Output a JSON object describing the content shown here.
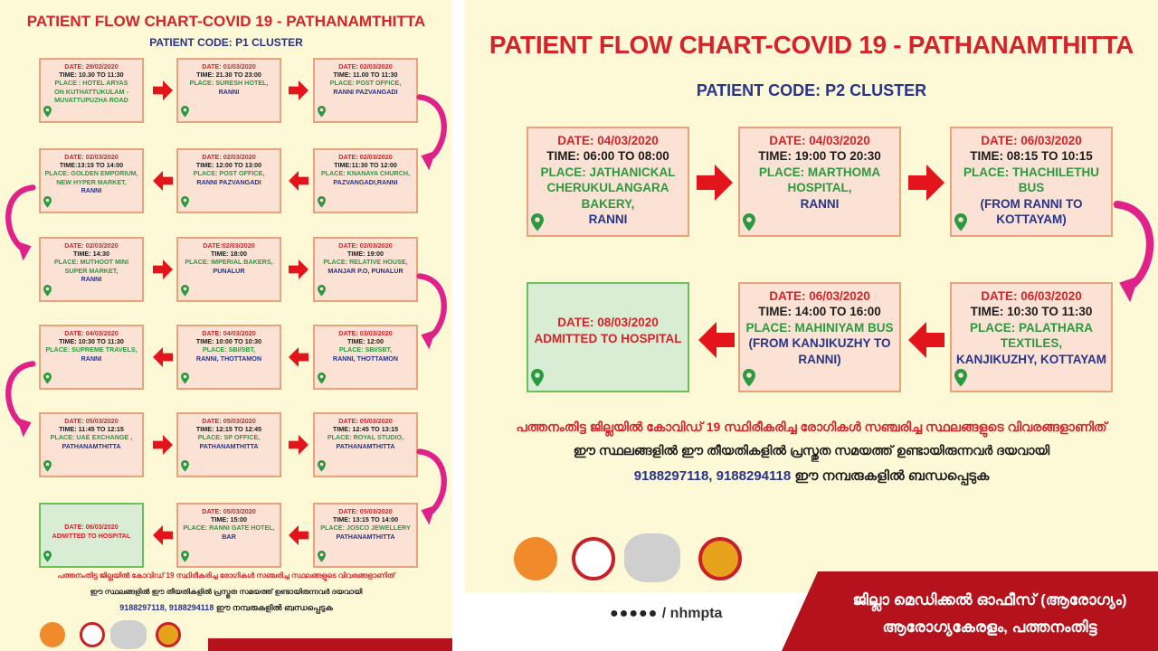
{
  "left": {
    "title": "PATIENT FLOW CHART-COVID 19 - PATHANAMTHITTA",
    "code": "PATIENT CODE: P1 CLUSTER",
    "rows": [
      [
        {
          "date": "DATE: 29/02/2020",
          "time": "TIME: 10.30  TO  11:30",
          "place": "PLACE : HOTEL ARYAS",
          "place2": "ON KUTHATTUKULAM -",
          "place3": "MUVATTUPUZHA ROAD"
        },
        {
          "date": "DATE: 01/03/2020",
          "time": "TIME:  21.30  TO 23:00",
          "place": "PLACE: SURESH HOTEL,",
          "place2": "RANNI",
          "place3": ""
        },
        {
          "date": "DATE: 02/03/2020",
          "time": "TIME:  11.00  TO 11:30",
          "place": "PLACE: POST OFFICE,",
          "place2": "RANNI PAZVANGADI",
          "place3": ""
        }
      ],
      [
        {
          "date": "DATE: 02/03/2020",
          "time": "TIME:13:15  TO  14:00",
          "place": "PLACE: GOLDEN EMPORIUM,",
          "place2": "NEW HYPER MARKET,",
          "place3": "RANNI"
        },
        {
          "date": "DATE: 02/03/2020",
          "time": "TIME: 12:00 TO 13:00",
          "place": "PLACE: POST OFFICE,",
          "place2": "RANNI PAZVANGADI",
          "place3": ""
        },
        {
          "date": "DATE: 02/03/2020",
          "time": "TIME:11:30 TO 12:00",
          "place": "PLACE: KNANAYA CHURCH,",
          "place2": "PAZVANGADI,RANNI",
          "place3": ""
        }
      ],
      [
        {
          "date": "DATE: 02/03/2020",
          "time": "TIME: 14:30",
          "place": "PLACE: MUTHOOT MINI",
          "place2": "SUPER MARKET,",
          "place3": "RANNI"
        },
        {
          "date": "DATE:02/03/2020",
          "time": "TIME: 18:00",
          "place": "PLACE: IMPERIAL BAKERS,",
          "place2": "PUNALUR",
          "place3": ""
        },
        {
          "date": "DATE: 02/03/2020",
          "time": "TIME: 19:00",
          "place": "PLACE: RELATIVE HOUSE,",
          "place2": "MANJAR P.O, PUNALUR",
          "place3": ""
        }
      ],
      [
        {
          "date": "DATE: 04/03/2020",
          "time": "TIME: 10:30 TO 11:30",
          "place": "PLACE: SUPREME TRAVELS,",
          "place2": "RANNI",
          "place3": ""
        },
        {
          "date": "DATE: 04/03/2020",
          "time": "TIME:  10:00 TO 10:30",
          "place": "PLACE: SBI/SBT,",
          "place2": "RANNI, THOTTAMON",
          "place3": ""
        },
        {
          "date": "DATE: 03/03/2020",
          "time": "TIME:  12:00",
          "place": "PLACE: SBI/SBT,",
          "place2": "RANNI, THOTTAMON",
          "place3": ""
        }
      ],
      [
        {
          "date": "DATE: 05/03/2020",
          "time": "TIME: 11:45 TO 12:15",
          "place": "PLACE: UAE EXCHANGE ,",
          "place2": "PATHANAMTHITTA",
          "place3": ""
        },
        {
          "date": "DATE: 05/03/2020",
          "time": "TIME: 12:15 TO 12:45",
          "place": "PLACE: SP OFFICE,",
          "place2": "PATHANAMTHITTA",
          "place3": ""
        },
        {
          "date": "DATE: 05/03/2020",
          "time": "TIME: 12:45 TO 13:15",
          "place": "PLACE: ROYAL STUDIO,",
          "place2": "PATHANAMTHITTA",
          "place3": ""
        }
      ],
      [
        {
          "date": "DATE: 06/03/2020",
          "time": "ADMITTED TO HOSPITAL",
          "place": "",
          "place2": "",
          "place3": "",
          "final": true
        },
        {
          "date": "DATE: 05/03/2020",
          "time": "TIME: 15:00",
          "place": "PLACE: RANNI GATE HOTEL,",
          "place2": "BAR",
          "place3": ""
        },
        {
          "date": "DATE: 05/03/2020",
          "time": "TIME: 13:15 TO 14:00",
          "place": "PLACE: JOSCO JEWELLERY",
          "place2": "PATHANAMTHITTA",
          "place3": ""
        }
      ]
    ],
    "mal1": "പത്തനംതിട്ട ജില്ലയിൽ കോവിഡ് 19 സ്ഥിരീകരിച്ച രോഗികൾ സഞ്ചരിച്ച സ്ഥലങ്ങളുടെ വിവരങ്ങളാണിത്",
    "mal2": "ഈ സ്ഥലങ്ങളിൽ ഈ തീയതികളിൽ പ്രസ്തുത സമയത്ത് ഉണ്ടായിരുന്നവർ ദയവായി",
    "phones": "9188297118, 9188294118",
    "mal3": "ഈ നമ്പരുകളിൽ ബന്ധപ്പെടുക"
  },
  "right": {
    "title": "PATIENT FLOW CHART-COVID 19 - PATHANAMTHITTA",
    "code": "PATIENT CODE: P2 CLUSTER",
    "boxes": [
      {
        "date": "DATE: 04/03/2020",
        "time": "TIME:   06:00 TO 08:00",
        "place": "PLACE: JATHANICKAL",
        "place2": "CHERUKULANGARA BAKERY,",
        "place3": "RANNI"
      },
      {
        "date": "DATE: 04/03/2020",
        "time": "TIME:  19:00 TO 20:30",
        "place": "PLACE: MARTHOMA",
        "place2": "HOSPITAL,",
        "place3": "RANNI"
      },
      {
        "date": "DATE: 06/03/2020",
        "time": "TIME:   08:15 TO 10:15",
        "place": "PLACE: THACHILETHU BUS",
        "place2": "(FROM RANNI TO KOTTAYAM)",
        "place3": ""
      },
      {
        "date": "DATE: 06/03/2020",
        "time": "TIME: 10:30 TO 11:30",
        "place": "PLACE: PALATHARA TEXTILES,",
        "place2": "KANJIKUZHY, KOTTAYAM",
        "place3": ""
      },
      {
        "date": "DATE: 06/03/2020",
        "time": "TIME: 14:00 TO 16:00",
        "place": "PLACE: MAHINIYAM BUS",
        "place2": "(FROM KANJIKUZHY TO RANNI)",
        "place3": ""
      },
      {
        "date": "DATE: 08/03/2020",
        "time": "ADMITTED TO HOSPITAL",
        "place": "",
        "place2": "",
        "place3": "",
        "final": true
      }
    ],
    "mal1": "പത്തനംതിട്ട ജില്ലയിൽ കോവിഡ് 19 സ്ഥിരീകരിച്ച രോഗികൾ സഞ്ചരിച്ച സ്ഥലങ്ങളുടെ വിവരങ്ങളാണിത്",
    "mal2": "ഈ സ്ഥലങ്ങളിൽ ഈ തീയതികളിൽ പ്രസ്തുത സമയത്ത്  ഉണ്ടായിരുന്നവർ ദയവായി",
    "phones": "9188297118, 9188294118",
    "mal3": "ഈ നമ്പരുകളിൽ ബന്ധപ്പെടുക",
    "social": "/ nhmpta",
    "office1": "ജില്ലാ മെഡിക്കൽ ഓഫീസ് (ആരോഗ്യം)",
    "office2": "ആരോഗ്യകേരളം, പത്തനംതിട്ട"
  },
  "colors": {
    "background": "#fdf8d6",
    "box_fill": "#fbe2d4",
    "box_border": "#e9a37a",
    "final_fill": "#d9ecd4",
    "final_border": "#6cbf5c",
    "red": "#d6232a",
    "blue": "#27348b",
    "green": "#2b9a3f",
    "magenta": "#e0218a",
    "footer": "#b5121b"
  }
}
